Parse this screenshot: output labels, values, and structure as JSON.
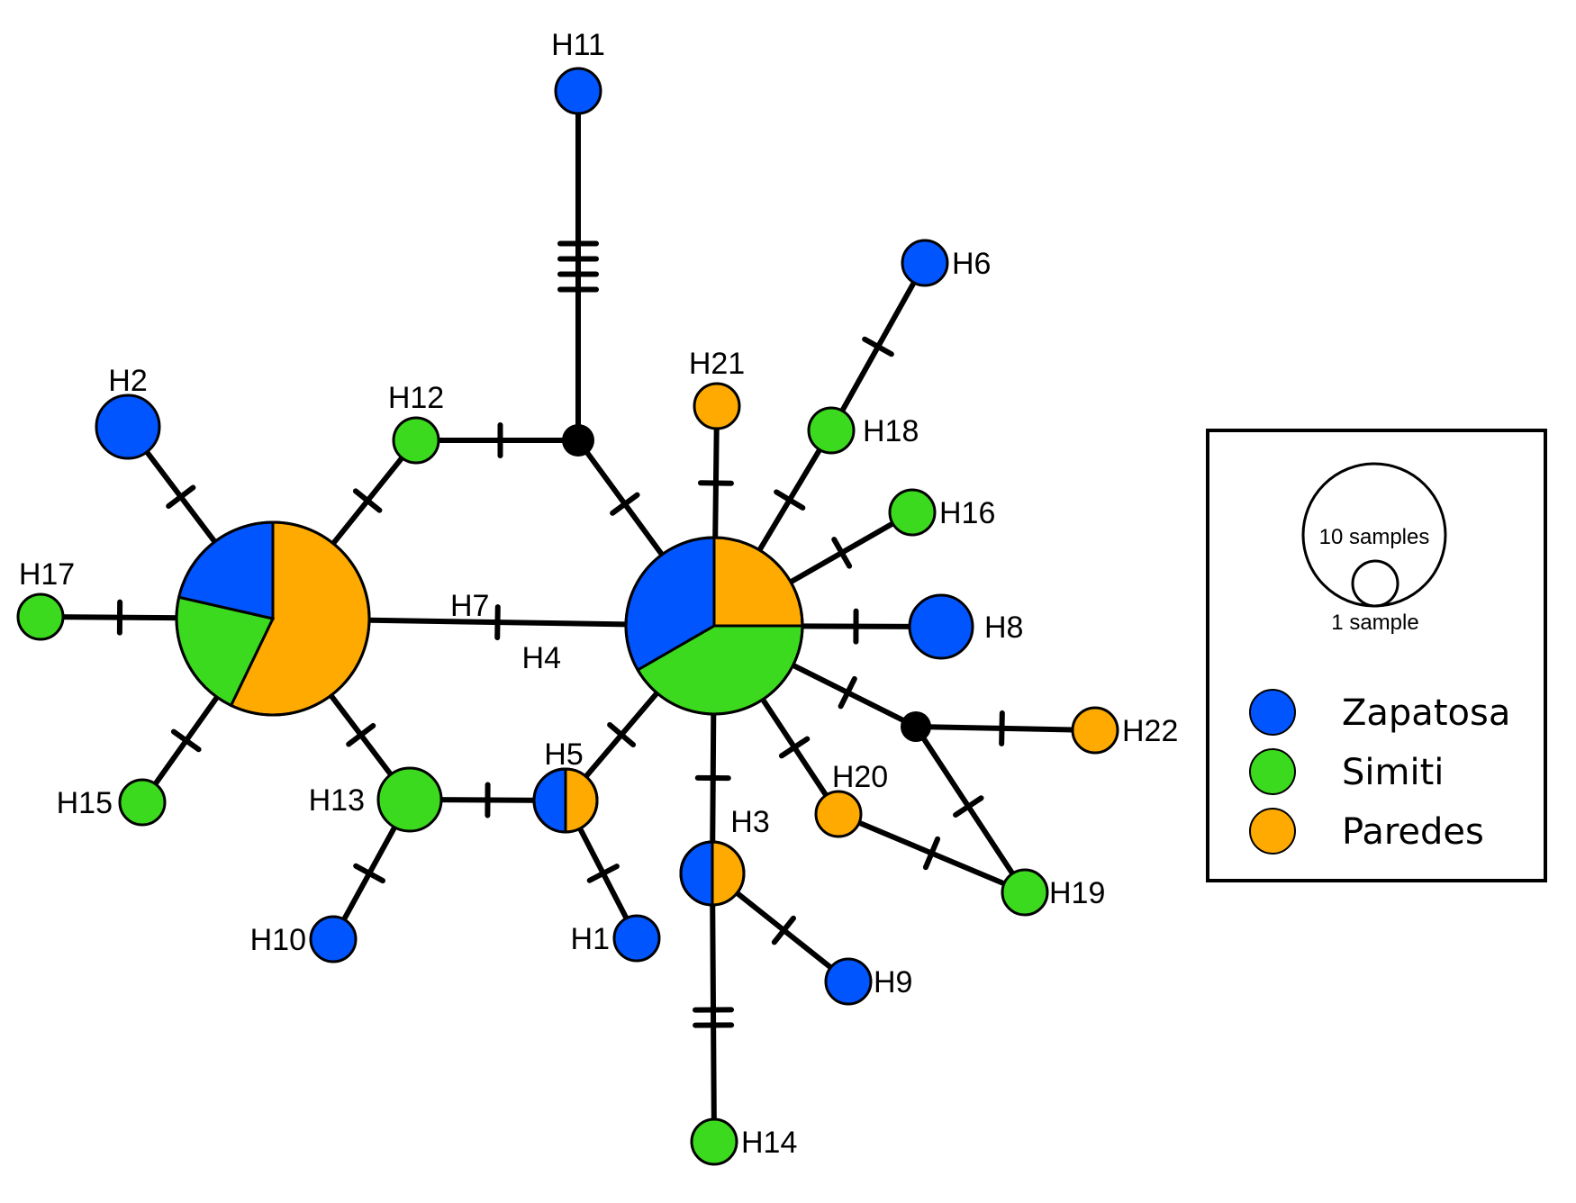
{
  "title": "Haplotype network",
  "populations": [
    {
      "id": "Zapatosa",
      "label": "Zapatosa",
      "color": "#0055ff"
    },
    {
      "id": "Simiti",
      "label": "Simiti",
      "color": "#3cda1e"
    },
    {
      "id": "Paredes",
      "label": "Paredes",
      "color": "#ffaa00"
    }
  ],
  "haplotypes": [
    {
      "id": "H1",
      "label": "H1",
      "counts": {
        "Zapatosa": 1
      }
    },
    {
      "id": "H2",
      "label": "H2",
      "counts": {
        "Zapatosa": 2
      }
    },
    {
      "id": "H3",
      "label": "H3",
      "counts": {
        "Zapatosa": 1,
        "Paredes": 1
      }
    },
    {
      "id": "H4",
      "label": "H4",
      "counts": {
        "Paredes": 3,
        "Simiti": 5,
        "Zapatosa": 4
      }
    },
    {
      "id": "H5",
      "label": "H5",
      "counts": {
        "Paredes": 1,
        "Zapatosa": 1
      }
    },
    {
      "id": "H6",
      "label": "H6",
      "counts": {
        "Zapatosa": 1
      }
    },
    {
      "id": "H7",
      "label": "H7",
      "counts": {
        "Paredes": 8,
        "Simiti": 3,
        "Zapatosa": 3
      }
    },
    {
      "id": "H8",
      "label": "H8",
      "counts": {
        "Zapatosa": 2
      }
    },
    {
      "id": "H9",
      "label": "H9",
      "counts": {
        "Zapatosa": 1
      }
    },
    {
      "id": "H10",
      "label": "H10",
      "counts": {
        "Zapatosa": 1
      }
    },
    {
      "id": "H11",
      "label": "H11",
      "counts": {
        "Zapatosa": 1
      }
    },
    {
      "id": "H12",
      "label": "H12",
      "counts": {
        "Simiti": 1
      }
    },
    {
      "id": "H13",
      "label": "H13",
      "counts": {
        "Simiti": 2
      }
    },
    {
      "id": "H14",
      "label": "H14",
      "counts": {
        "Simiti": 1
      }
    },
    {
      "id": "H15",
      "label": "H15",
      "counts": {
        "Simiti": 1
      }
    },
    {
      "id": "H16",
      "label": "H16",
      "counts": {
        "Simiti": 1
      }
    },
    {
      "id": "H17",
      "label": "H17",
      "counts": {
        "Simiti": 1
      }
    },
    {
      "id": "H18",
      "label": "H18",
      "counts": {
        "Simiti": 1
      }
    },
    {
      "id": "H19",
      "label": "H19",
      "counts": {
        "Simiti": 1
      }
    },
    {
      "id": "H20",
      "label": "H20",
      "counts": {
        "Paredes": 1
      }
    },
    {
      "id": "H21",
      "label": "H21",
      "counts": {
        "Paredes": 1
      }
    },
    {
      "id": "H22",
      "label": "H22",
      "counts": {
        "Paredes": 1
      }
    },
    {
      "id": "MV1",
      "label": "",
      "median_vector": true
    },
    {
      "id": "MV2",
      "label": "",
      "median_vector": true
    }
  ],
  "edges": [
    {
      "from": "H11",
      "to": "MV1",
      "mutations": 4
    },
    {
      "from": "H12",
      "to": "MV1",
      "mutations": 1
    },
    {
      "from": "MV1",
      "to": "H4",
      "mutations": 1
    },
    {
      "from": "H2",
      "to": "H7",
      "mutations": 1
    },
    {
      "from": "H12",
      "to": "H7",
      "mutations": 1
    },
    {
      "from": "H17",
      "to": "H7",
      "mutations": 1
    },
    {
      "from": "H15",
      "to": "H7",
      "mutations": 1
    },
    {
      "from": "H13",
      "to": "H7",
      "mutations": 1
    },
    {
      "from": "H7",
      "to": "H4",
      "mutations": 1
    },
    {
      "from": "H13",
      "to": "H5",
      "mutations": 1
    },
    {
      "from": "H13",
      "to": "H10",
      "mutations": 1
    },
    {
      "from": "H5",
      "to": "H1",
      "mutations": 1
    },
    {
      "from": "H5",
      "to": "H4",
      "mutations": 1
    },
    {
      "from": "H21",
      "to": "H4",
      "mutations": 1
    },
    {
      "from": "H18",
      "to": "H4",
      "mutations": 1
    },
    {
      "from": "H6",
      "to": "H18",
      "mutations": 1
    },
    {
      "from": "H16",
      "to": "H4",
      "mutations": 1
    },
    {
      "from": "H8",
      "to": "H4",
      "mutations": 1
    },
    {
      "from": "H4",
      "to": "MV2",
      "mutations": 1
    },
    {
      "from": "MV2",
      "to": "H22",
      "mutations": 1
    },
    {
      "from": "MV2",
      "to": "H19",
      "mutations": 1
    },
    {
      "from": "H20",
      "to": "H19",
      "mutations": 1
    },
    {
      "from": "H4",
      "to": "H20",
      "mutations": 1
    },
    {
      "from": "H4",
      "to": "H3",
      "mutations": 1
    },
    {
      "from": "H3",
      "to": "H9",
      "mutations": 1
    },
    {
      "from": "H3",
      "to": "H14",
      "mutations": 2
    }
  ],
  "legend": {
    "size_scale": [
      {
        "label": "10 samples",
        "samples": 10
      },
      {
        "label": "1 sample",
        "samples": 1
      }
    ],
    "populations": [
      "Zapatosa",
      "Simiti",
      "Paredes"
    ]
  }
}
